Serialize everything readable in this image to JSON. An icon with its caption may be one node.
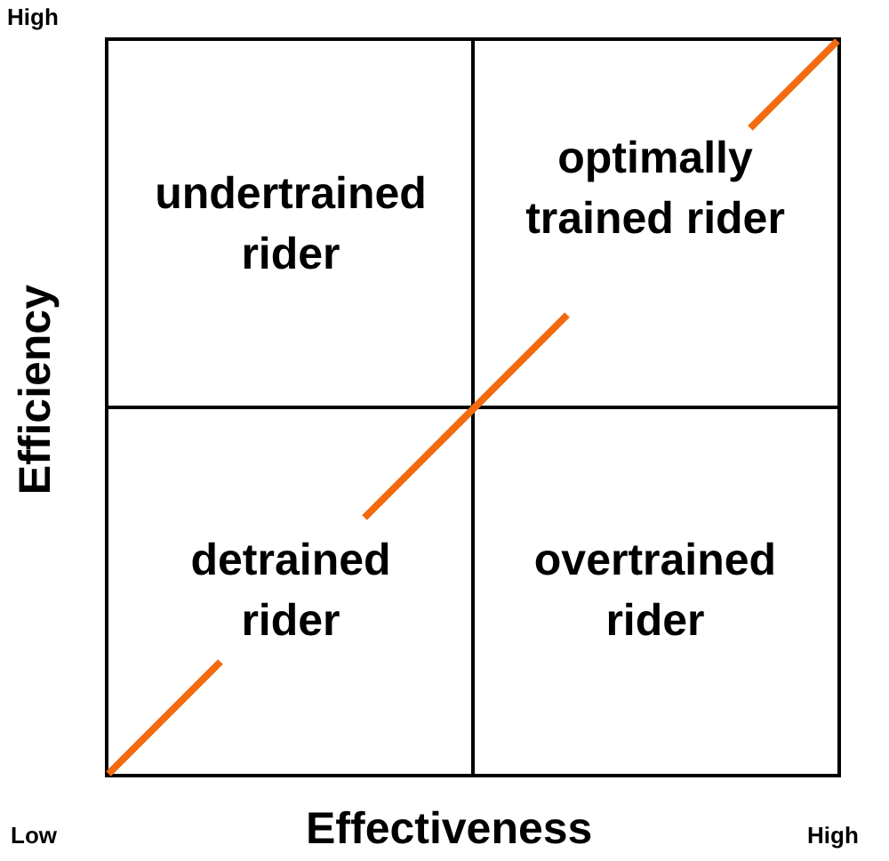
{
  "diagram": {
    "nodes": [
      {
        "text": [
          "undertrained rider"
        ]
      },
      {
        "text": [
          "optimally trained rider"
        ]
      },
      {
        "text": [
          "detrained rider"
        ]
      },
      {
        "text": [
          "overtrained rider"
        ]
      }
    ],
    "labels": [
      "High",
      "Efficiency",
      "Low",
      "Effectiveness",
      "High"
    ]
  }
}
